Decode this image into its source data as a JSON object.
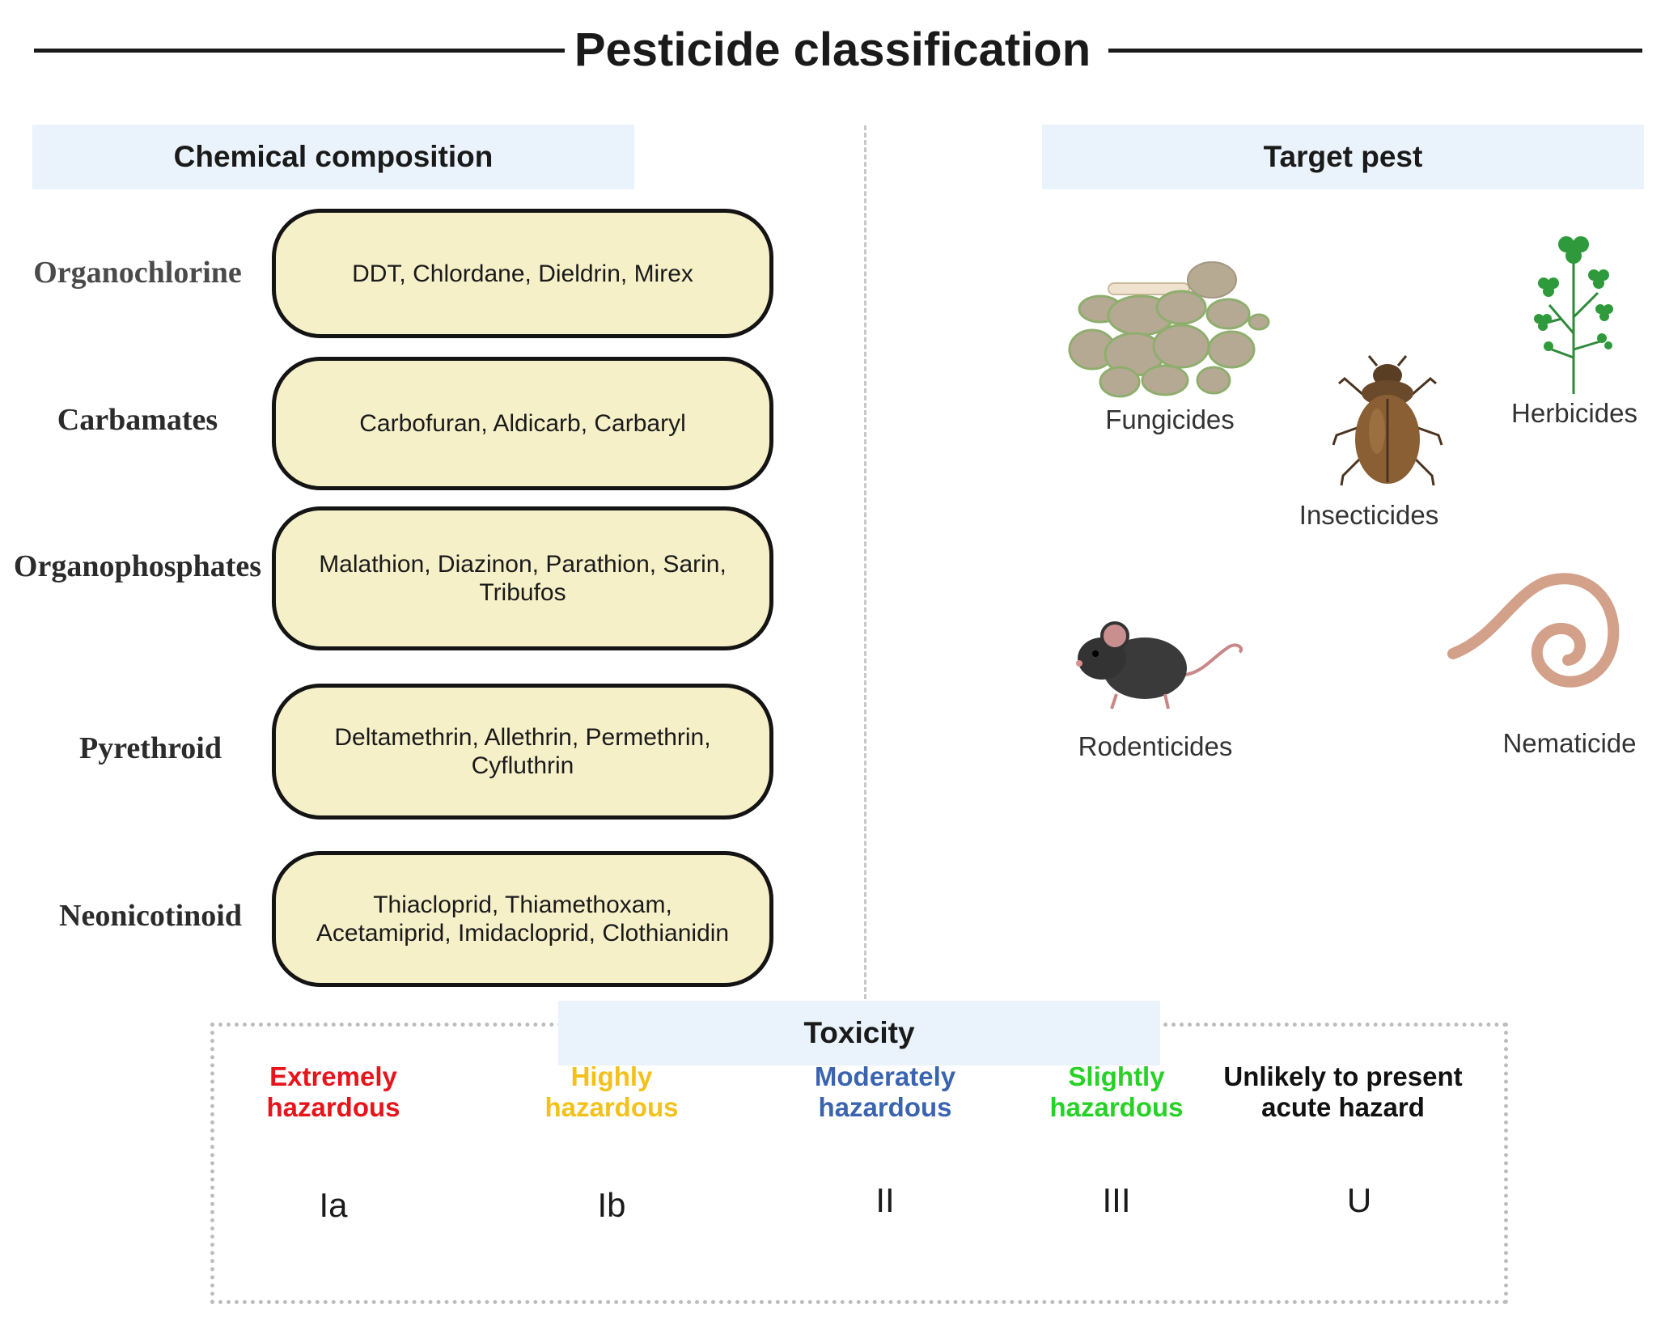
{
  "title": "Pesticide classification",
  "chemical": {
    "header": "Chemical composition",
    "rows": [
      {
        "label": "Organochlorine",
        "examples": "DDT, Chlordane, Dieldrin, Mirex"
      },
      {
        "label": "Carbamates",
        "examples": "Carbofuran, Aldicarb, Carbaryl"
      },
      {
        "label": "Organophosphates",
        "examples": "Malathion, Diazinon, Parathion, Sarin, Tribufos"
      },
      {
        "label": "Pyrethroid",
        "examples": "Deltamethrin, Allethrin, Permethrin, Cyfluthrin"
      },
      {
        "label": "Neonicotinoid",
        "examples": "Thiacloprid, Thiamethoxam, Acetamiprid, Imidacloprid, Clothianidin"
      }
    ]
  },
  "target": {
    "header": "Target pest",
    "pests": {
      "fungicides": "Fungicides",
      "insecticides": "Insecticides",
      "herbicides": "Herbicides",
      "rodenticides": "Rodenticides",
      "nematicide": "Nematicide"
    }
  },
  "toxicity": {
    "header": "Toxicity",
    "levels": [
      {
        "line1": "Extremely",
        "line2": "hazardous",
        "class": "Ia",
        "color": "#e8141b"
      },
      {
        "line1": "Highly",
        "line2": "hazardous",
        "class": "Ib",
        "color": "#f2c21b"
      },
      {
        "line1": "Moderately",
        "line2": "hazardous",
        "class": "II",
        "color": "#3b64b0"
      },
      {
        "line1": "Slightly",
        "line2": "hazardous",
        "class": "III",
        "color": "#28d126"
      },
      {
        "line1": "Unlikely to present",
        "line2": "acute hazard",
        "class": "U",
        "color": "#111111"
      }
    ]
  }
}
